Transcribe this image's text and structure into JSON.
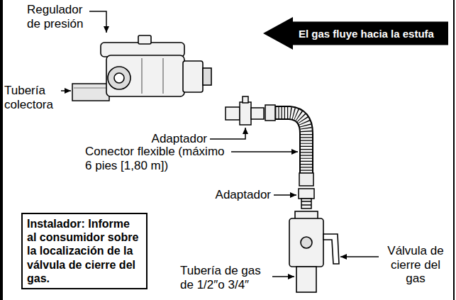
{
  "diagram": {
    "nodes": [
      {
        "text": [
          "El gas fluye hacia la estufa"
        ]
      },
      {
        "text": [
          "Instalador: Informe al consumidor sobre la localización de la válvula de cierre del gas."
        ]
      }
    ],
    "labels": [
      "Regulador de presión",
      "Tubería colectora",
      "Adaptador",
      "Conector flexible (máximo 6 pies [1,80 m])",
      "Adaptador",
      "Válvula de cierre del gas",
      "Tubería de gas de 1/2″o 3/4″"
    ]
  }
}
